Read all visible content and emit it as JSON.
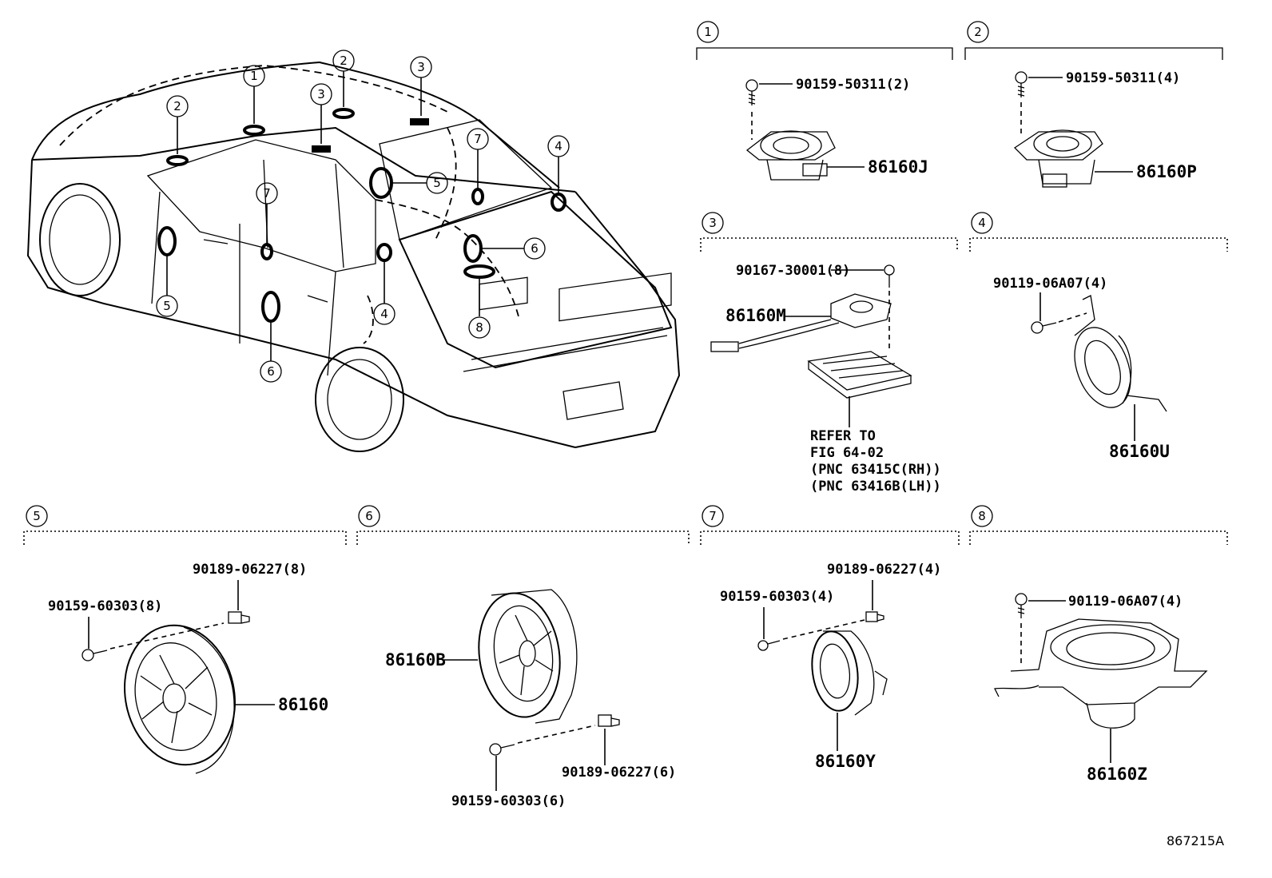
{
  "diagram_id": "867215A",
  "callouts": [
    "1",
    "2",
    "3",
    "4",
    "5",
    "6",
    "7",
    "8"
  ],
  "car_markers": [
    {
      "n": "1"
    },
    {
      "n": "2"
    },
    {
      "n": "2"
    },
    {
      "n": "3"
    },
    {
      "n": "3"
    },
    {
      "n": "4"
    },
    {
      "n": "4"
    },
    {
      "n": "5"
    },
    {
      "n": "5"
    },
    {
      "n": "6"
    },
    {
      "n": "6"
    },
    {
      "n": "7"
    },
    {
      "n": "7"
    },
    {
      "n": "8"
    }
  ],
  "sections": {
    "s1": {
      "num": "1",
      "screw": "90159-50311(2)",
      "speaker": "86160J"
    },
    "s2": {
      "num": "2",
      "screw": "90159-50311(4)",
      "speaker": "86160P"
    },
    "s3": {
      "num": "3",
      "screw": "90167-30001(8)",
      "speaker": "86160M",
      "refer": [
        "REFER TO",
        "FIG 64-02",
        "(PNC 63415C(RH))",
        "(PNC 63416B(LH))"
      ]
    },
    "s4": {
      "num": "4",
      "screw": "90119-06A07(4)",
      "speaker": "86160U"
    },
    "s5": {
      "num": "5",
      "clip": "90189-06227(8)",
      "screw": "90159-60303(8)",
      "speaker": "86160"
    },
    "s6": {
      "num": "6",
      "speaker": "86160B",
      "clip": "90189-06227(6)",
      "screw": "90159-60303(6)"
    },
    "s7": {
      "num": "7",
      "clip": "90189-06227(4)",
      "screw": "90159-60303(4)",
      "speaker": "86160Y"
    },
    "s8": {
      "num": "8",
      "screw": "90119-06A07(4)",
      "speaker": "86160Z"
    }
  }
}
